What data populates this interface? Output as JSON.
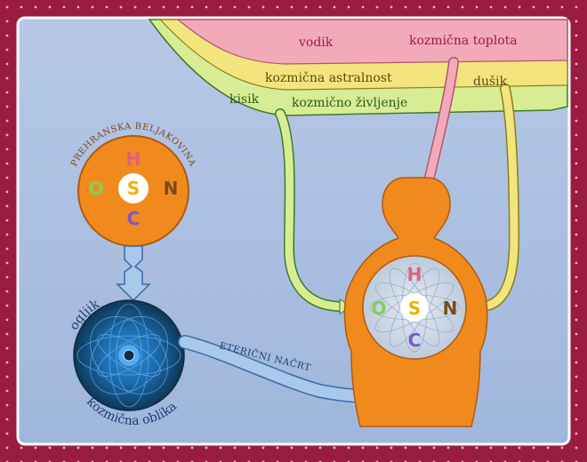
{
  "stream_labels": {
    "hydrogen": "vodik",
    "cosmic_heat": "kozmična toplota",
    "cosmic_astrality": "kozmična astralnost",
    "nitrogen": "dušik",
    "oxygen": "kisik",
    "cosmic_life": "kozmično življenje"
  },
  "nutrition": {
    "title": "PREHRANSKA BELJAKOVINA",
    "letters": {
      "top": "H",
      "left": "O",
      "center": "S",
      "right": "N",
      "bottom": "C"
    }
  },
  "carbon_form": {
    "top_label": "ogljik",
    "bottom_label": "kozmična oblika"
  },
  "etheric": {
    "label": "ETERIČNI NAČRT"
  },
  "human": {
    "letters": {
      "top": "H",
      "left": "O",
      "center": "S",
      "right": "N",
      "bottom": "C"
    }
  },
  "colors": {
    "frame": "#9b1c43",
    "sky": "#a9bde0",
    "pink_stream": "#f2a9b9",
    "yellow_stream": "#f3e57e",
    "green_stream": "#d8ec93",
    "orange_body": "#f08a1c",
    "blue_stream": "#a8c8ec"
  }
}
